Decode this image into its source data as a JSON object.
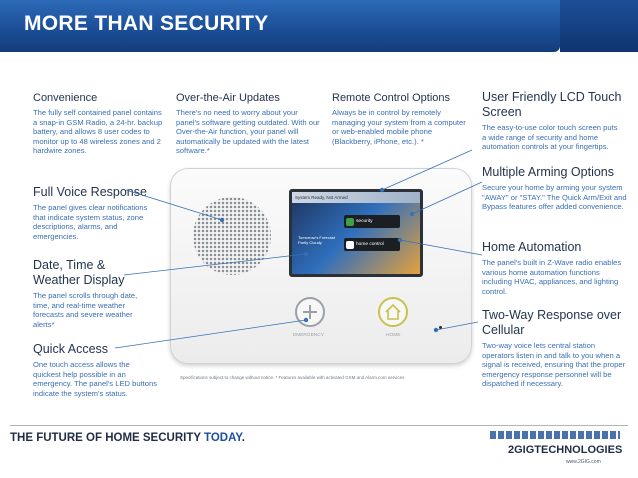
{
  "banner": {
    "title": "MORE THAN SECURITY"
  },
  "features": {
    "convenience": {
      "title": "Convenience",
      "body": "The fully self contained panel contains a snap-in GSM Radio, a 24-hr. backup battery, and allows 8 user codes to monitor up to 48 wireless zones and 2 hardwire zones."
    },
    "ota": {
      "title": "Over-the-Air Updates",
      "body": "There's no need to worry about your panel's software getting outdated. With our Over-the-Air function, your panel will automatically be updated with the latest software.*"
    },
    "remote": {
      "title": "Remote Control Options",
      "body": "Always be in control by remotely managing your system from a computer or web-enabled mobile phone (Blackberry, iPhone, etc.). *"
    },
    "lcd": {
      "title": "User Friendly LCD Touch Screen",
      "body": "The easy-to-use color touch screen puts a wide range of security and home automation controls at your fingertips."
    },
    "voice": {
      "title": "Full Voice Response",
      "body": "The panel gives clear notifications that indicate system status, zone descriptions, alarms, and emergencies."
    },
    "arming": {
      "title": "Multiple Arming Options",
      "body": "Secure your home by arming your system \"AWAY\" or \"STAY.\" The Quick Arm/Exit and Bypass features offer added convenience."
    },
    "datetime": {
      "title": "Date, Time & Weather Display",
      "body": "The panel scrolls through date, time, and real-time weather forecasts and severe weather alerts*"
    },
    "automation": {
      "title": "Home Automation",
      "body": "The panel's built in Z-Wave radio enables various home automation functions including HVAC, appliances, and lighting control."
    },
    "twoway": {
      "title": "Two-Way Response over Cellular",
      "body": "Two-way voice lets central station operators listen in and talk to you when a signal is received, ensuring that the proper emergency response personnel will be dispatched if necessary."
    },
    "quick": {
      "title": "Quick Access",
      "body": "One touch access allows the quickest help possible in an emergency. The panel's LED buttons indicate the system's status."
    }
  },
  "device": {
    "screen_status": "System Ready, Not Armed",
    "security_label": "security",
    "home_control_label": "home control",
    "weather_text": "Tomorrow's Forecast Partly Cloudy",
    "emergency_label": "EMERGENCY",
    "home_label": "HOME"
  },
  "footnote": "Specifications subject to change without notice. * Features available with activated GSM and Alarm.com services",
  "footer": {
    "tagline_prefix": "THE FUTURE OF HOME SECURITY ",
    "tagline_strong": "TODAY",
    "tagline_suffix": ".",
    "logo": "2GIGTECHNOLOGIES",
    "url": "www.2GIG.com"
  },
  "colors": {
    "brand_blue": "#1c4f98",
    "body_blue": "#3a6fb5",
    "heading": "#24344f"
  }
}
